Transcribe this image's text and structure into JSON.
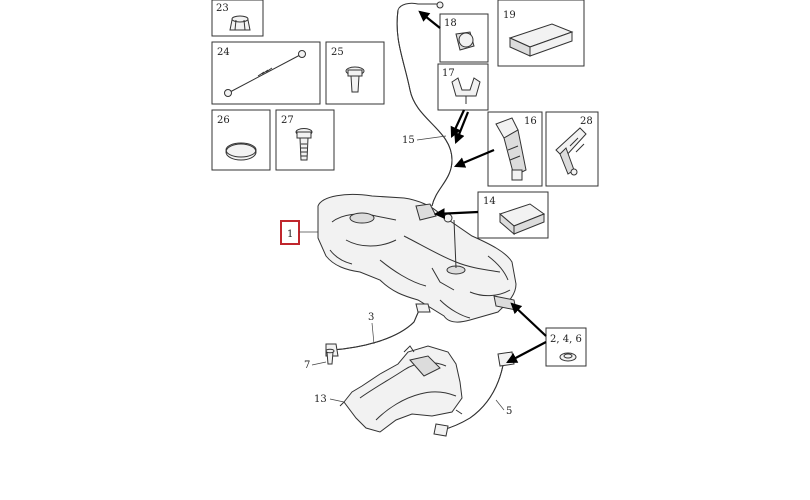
{
  "diagram": {
    "parts": {
      "p23": "23",
      "p24": "24",
      "p25": "25",
      "p26": "26",
      "p27": "27",
      "p18": "18",
      "p19": "19",
      "p17": "17",
      "p16": "16",
      "p28": "28",
      "p14": "14",
      "p15": "15",
      "p1": "1",
      "p3": "3",
      "p7": "7",
      "p13": "13",
      "p5": "5",
      "p246": "2, 4, 6"
    }
  }
}
